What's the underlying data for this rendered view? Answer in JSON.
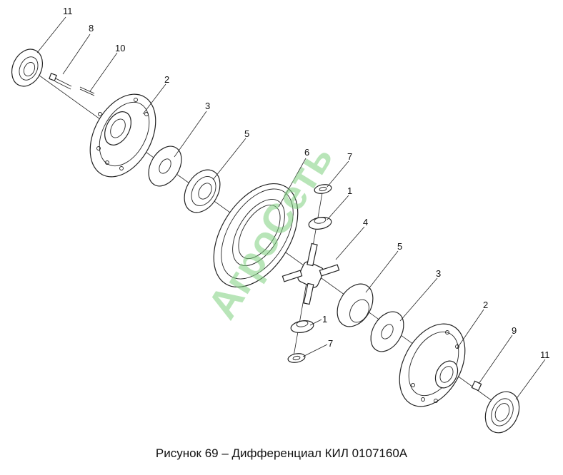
{
  "figure": {
    "caption": "Рисунок 69 – Дифференциал КИЛ 0107160А",
    "watermark": "АгроСеть"
  },
  "callouts": [
    {
      "id": "c11a",
      "text": "11"
    },
    {
      "id": "c8",
      "text": "8"
    },
    {
      "id": "c10",
      "text": "10"
    },
    {
      "id": "c2a",
      "text": "2"
    },
    {
      "id": "c3a",
      "text": "3"
    },
    {
      "id": "c5a",
      "text": "5"
    },
    {
      "id": "c6",
      "text": "6"
    },
    {
      "id": "c7a",
      "text": "7"
    },
    {
      "id": "c1a",
      "text": "1"
    },
    {
      "id": "c4",
      "text": "4"
    },
    {
      "id": "c5b",
      "text": "5"
    },
    {
      "id": "c3b",
      "text": "3"
    },
    {
      "id": "c1b",
      "text": "1"
    },
    {
      "id": "c7b",
      "text": "7"
    },
    {
      "id": "c2b",
      "text": "2"
    },
    {
      "id": "c9",
      "text": "9"
    },
    {
      "id": "c11b",
      "text": "11"
    }
  ]
}
